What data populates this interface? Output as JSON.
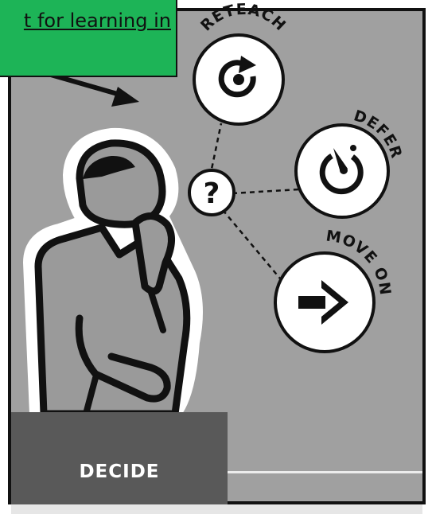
{
  "note": {
    "text": "t for learning in"
  },
  "options": {
    "reteach": "RETEACH",
    "defer": "DEFER",
    "move_on": "MOVE ON"
  },
  "footer": {
    "label": "DECIDE"
  },
  "icons": [
    "refresh-icon",
    "timer-icon",
    "question-icon",
    "arrow-right-icon",
    "person-thinking-icon"
  ],
  "colors": {
    "background": "#a0a0a0",
    "note": "#1db457",
    "decide_box": "#595959"
  }
}
